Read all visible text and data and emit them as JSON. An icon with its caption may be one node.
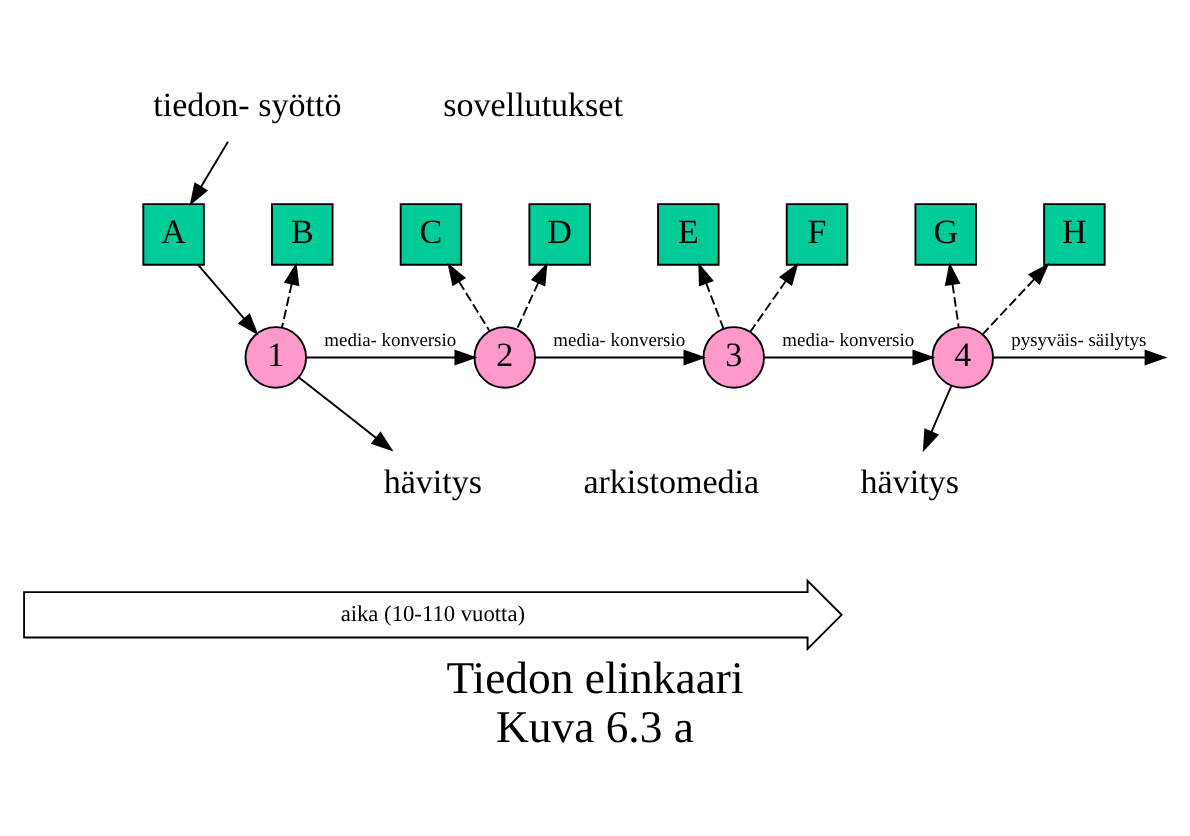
{
  "diagram": {
    "title": "Tiedon elinkaari",
    "caption": "Kuva 6.3 a",
    "nodes": [
      {
        "text": [
          "tiedon- syöttö"
        ]
      },
      {
        "text": [
          "A"
        ]
      },
      {
        "text": [
          "B"
        ]
      },
      {
        "text": [
          "C"
        ]
      },
      {
        "text": [
          "D"
        ]
      },
      {
        "text": [
          "E"
        ]
      },
      {
        "text": [
          "F"
        ]
      },
      {
        "text": [
          "G"
        ]
      },
      {
        "text": [
          "H"
        ]
      },
      {
        "text": [
          "1"
        ]
      },
      {
        "text": [
          "2"
        ]
      },
      {
        "text": [
          "3"
        ]
      },
      {
        "text": [
          "4"
        ]
      },
      {
        "text": [
          "hävitys"
        ]
      },
      {
        "text": [
          "hävitys"
        ]
      },
      {
        "text": [
          "aika (10-110 vuotta)"
        ]
      }
    ],
    "edges": [
      {
        "from": 0,
        "to": 1,
        "arrow": "to"
      },
      {
        "from": 1,
        "to": 9,
        "arrow": "to"
      },
      {
        "from": 9,
        "to": 2,
        "arrow": "to",
        "style": "dashed"
      },
      {
        "from": 10,
        "to": 3,
        "arrow": "to",
        "style": "dashed"
      },
      {
        "from": 10,
        "to": 4,
        "arrow": "to",
        "style": "dashed"
      },
      {
        "from": 11,
        "to": 5,
        "arrow": "to",
        "style": "dashed"
      },
      {
        "from": 11,
        "to": 6,
        "arrow": "to",
        "style": "dashed"
      },
      {
        "from": 12,
        "to": 7,
        "arrow": "to",
        "style": "dashed"
      },
      {
        "from": 12,
        "to": 8,
        "arrow": "to",
        "style": "dashed"
      },
      {
        "from": 9,
        "to": 10,
        "arrow": "to",
        "label": "media- konversio"
      },
      {
        "from": 10,
        "to": 11,
        "arrow": "to",
        "label": "media- konversio"
      },
      {
        "from": 11,
        "to": 12,
        "arrow": "to",
        "label": "media- konversio"
      },
      {
        "from": 12,
        "to": null,
        "arrow": "to",
        "label": "pysyväis- säilytys"
      },
      {
        "from": 9,
        "to": 13,
        "arrow": "to"
      },
      {
        "from": 12,
        "to": 14,
        "arrow": "to"
      }
    ],
    "labels": [
      "sovellutukset",
      "arkistomedia"
    ]
  }
}
